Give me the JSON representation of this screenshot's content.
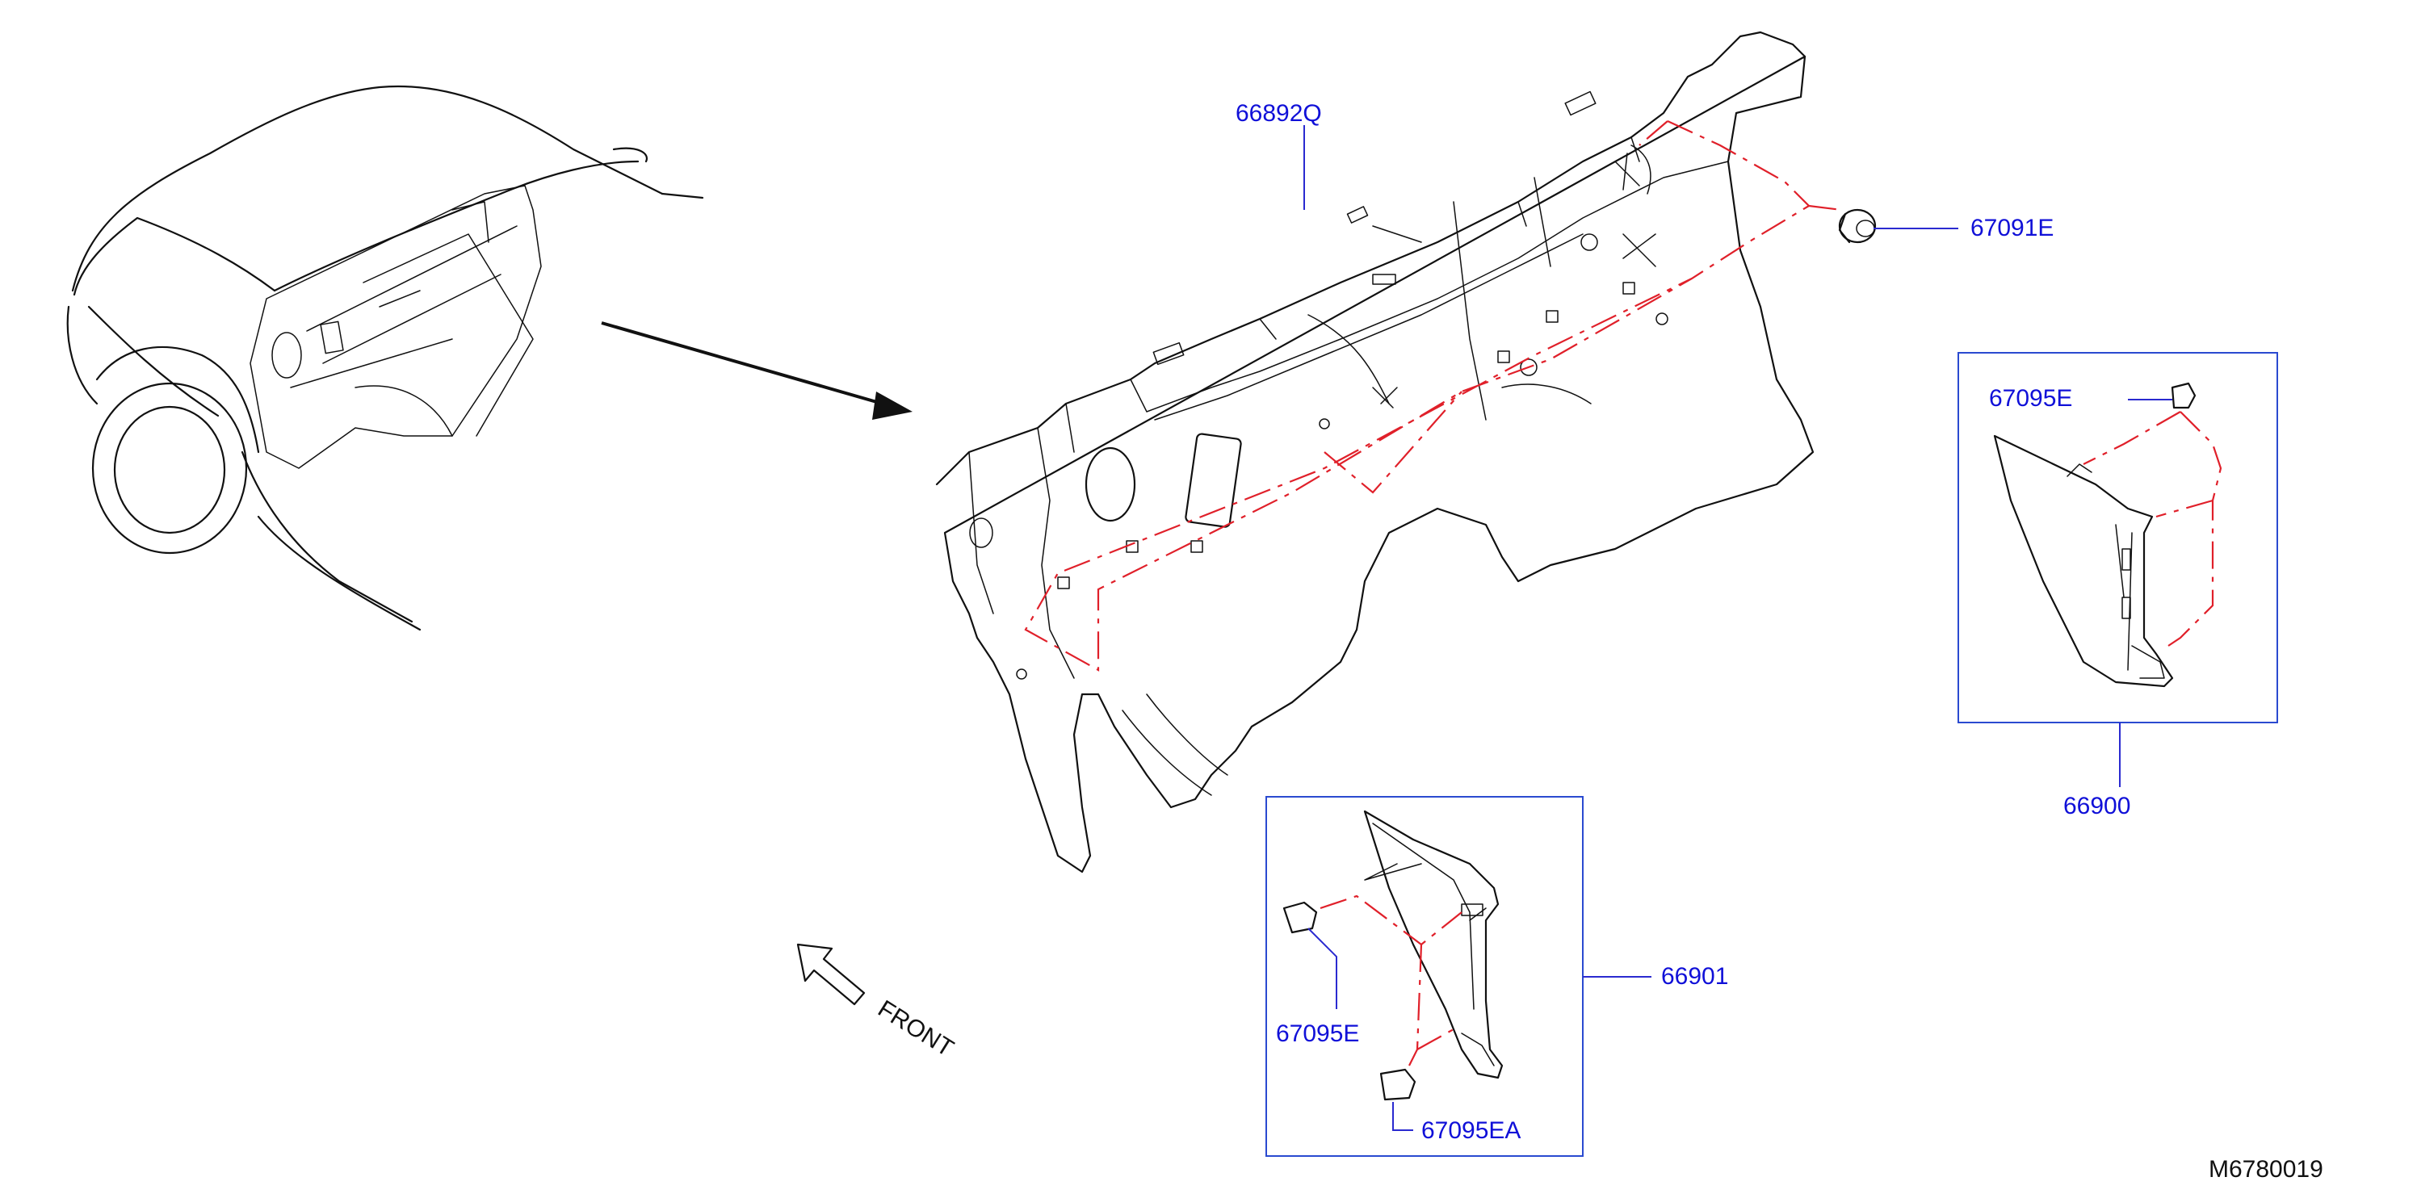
{
  "labels": {
    "dash_insulator": "66892Q",
    "grommet": "67091E",
    "clip_right": "67095E",
    "trim_right": "66900",
    "trim_left": "66901",
    "clip_left": "67095E",
    "clip_left_a": "67095EA"
  },
  "front_label": "FRONT",
  "diagram_code": "M6780019",
  "colors": {
    "label_blue": "#1010d8",
    "leader_blue": "#2a2ad0",
    "phantom_red": "#e0202a",
    "linework": "#111111"
  }
}
